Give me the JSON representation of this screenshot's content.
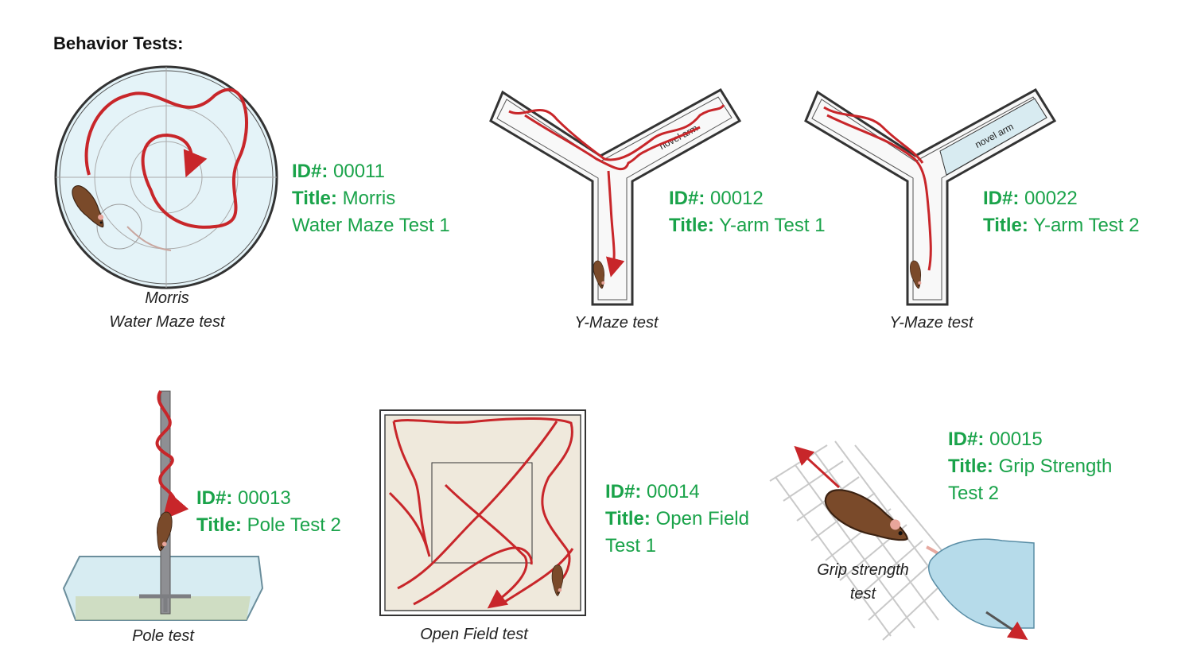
{
  "page": {
    "title": "Behavior Tests:"
  },
  "tests": {
    "morris": {
      "caption_line1": "Morris",
      "caption_line2": "Water Maze test",
      "id_label": "ID#:",
      "id": "00011",
      "title_label": "Title:",
      "title_line1": "Morris",
      "title_line2": "Water Maze Test 1"
    },
    "ymaze1": {
      "caption": "Y-Maze test",
      "arm_label": "novel arm",
      "id_label": "ID#:",
      "id": "00012",
      "title_label": "Title:",
      "title": "Y-arm Test 1"
    },
    "ymaze2": {
      "caption": "Y-Maze test",
      "arm_label": "novel arm",
      "id_label": "ID#:",
      "id": "00022",
      "title_label": "Title:",
      "title": "Y-arm Test 2"
    },
    "pole": {
      "caption": "Pole test",
      "id_label": "ID#:",
      "id": "00013",
      "title_label": "Title:",
      "title": "Pole Test 2"
    },
    "openfield": {
      "caption": "Open Field test",
      "id_label": "ID#:",
      "id": "00014",
      "title_label": "Title:",
      "title_line1": "Open Field",
      "title_line2": "Test 1"
    },
    "grip": {
      "caption_line1": "Grip strength",
      "caption_line2": "test",
      "id_label": "ID#:",
      "id": "00015",
      "title_label": "Title:",
      "title_line1": "Grip Strength",
      "title_line2": "Test 2"
    }
  },
  "colors": {
    "path": "#c8262a",
    "info_text": "#1aa34a",
    "mouse": "#7a4a2a"
  }
}
